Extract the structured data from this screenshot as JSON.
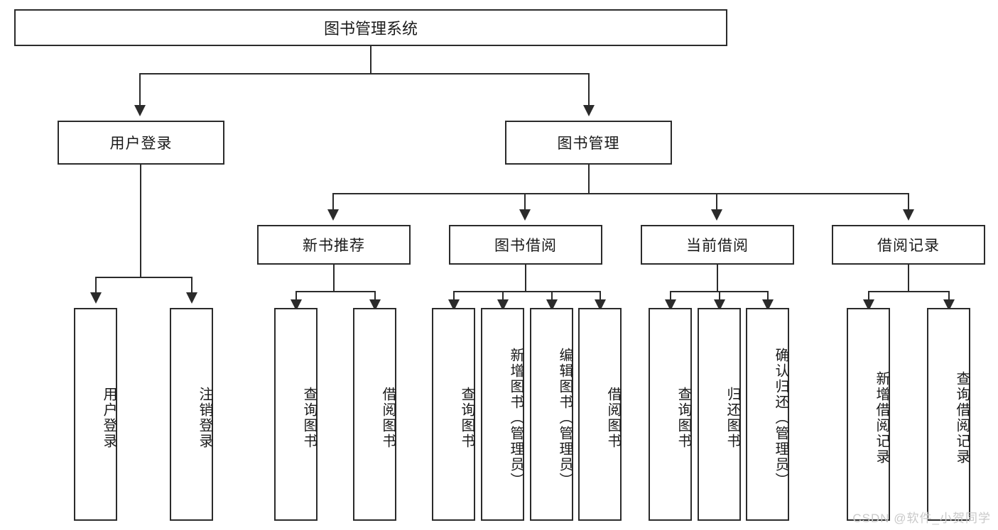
{
  "diagram": {
    "title": "图书管理系统",
    "type": "tree-hierarchy-chart",
    "root": {
      "label": "图书管理系统"
    },
    "level2": [
      {
        "label": "用户登录"
      },
      {
        "label": "图书管理"
      }
    ],
    "level3": [
      {
        "label": "新书推荐"
      },
      {
        "label": "图书借阅"
      },
      {
        "label": "当前借阅"
      },
      {
        "label": "借阅记录"
      }
    ],
    "leaves": {
      "user_login": [
        {
          "label": "用户登录"
        },
        {
          "label": "注销登录"
        }
      ],
      "new_book_recommend": [
        {
          "label": "查询图书"
        },
        {
          "label": "借阅图书"
        }
      ],
      "book_borrow": [
        {
          "label": "查询图书"
        },
        {
          "label": "新增图书（管理员）"
        },
        {
          "label": "编辑图书（管理员）"
        },
        {
          "label": "借阅图书"
        }
      ],
      "current_borrow": [
        {
          "label": "查询图书"
        },
        {
          "label": "归还图书"
        },
        {
          "label": "确认归还（管理员）"
        }
      ],
      "borrow_record": [
        {
          "label": "新增借阅记录"
        },
        {
          "label": "查询借阅记录"
        }
      ]
    },
    "colors": {
      "border": "#2b2b2b",
      "background": "#ffffff",
      "text": "#1a1a1a",
      "watermark": "#c9c9c9"
    }
  },
  "watermark": {
    "text": "CSDN @软件_小贺同学"
  }
}
